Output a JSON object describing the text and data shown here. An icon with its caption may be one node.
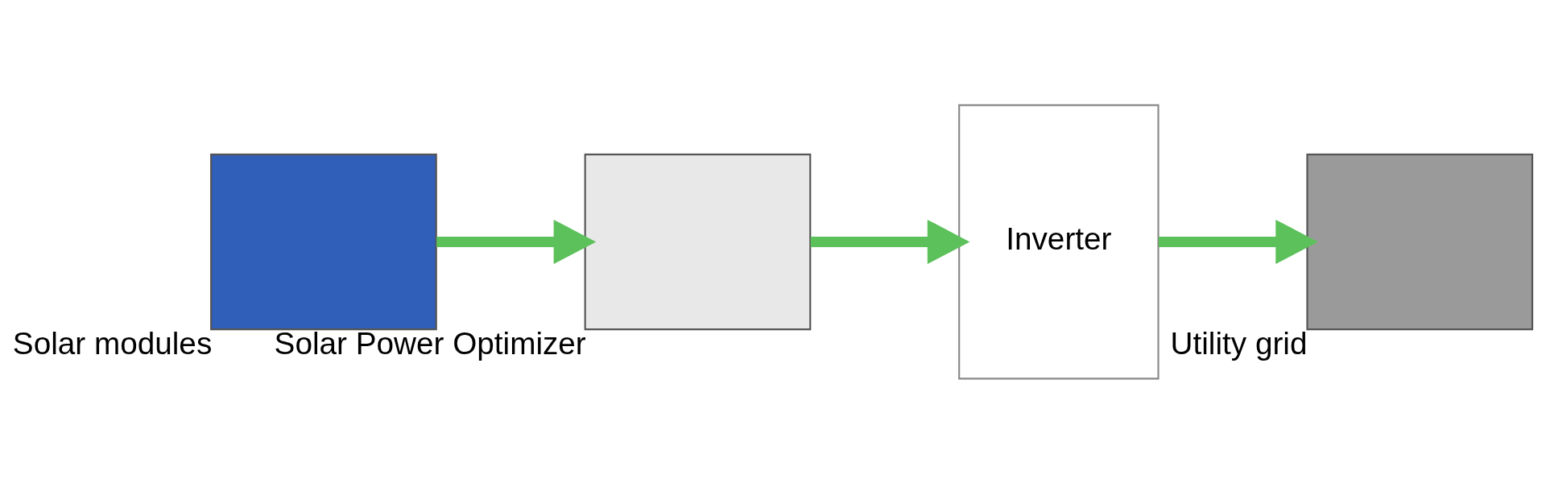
{
  "diagram": {
    "nodes": [
      {
        "text": [],
        "shape": "box",
        "beside": [
          "Solar modules"
        ]
      },
      {
        "text": [],
        "shape": "box",
        "beside": [
          "Solar Power Optimizer"
        ]
      },
      {
        "text": [
          "Inverter"
        ]
      },
      {
        "text": [],
        "shape": "box",
        "beside": [
          "Utility grid"
        ]
      }
    ],
    "edges": [
      {
        "from": 0,
        "to": 1,
        "arrow": "to"
      },
      {
        "from": 1,
        "to": 2,
        "arrow": "to"
      },
      {
        "from": 2,
        "to": 3,
        "arrow": "to"
      }
    ]
  }
}
